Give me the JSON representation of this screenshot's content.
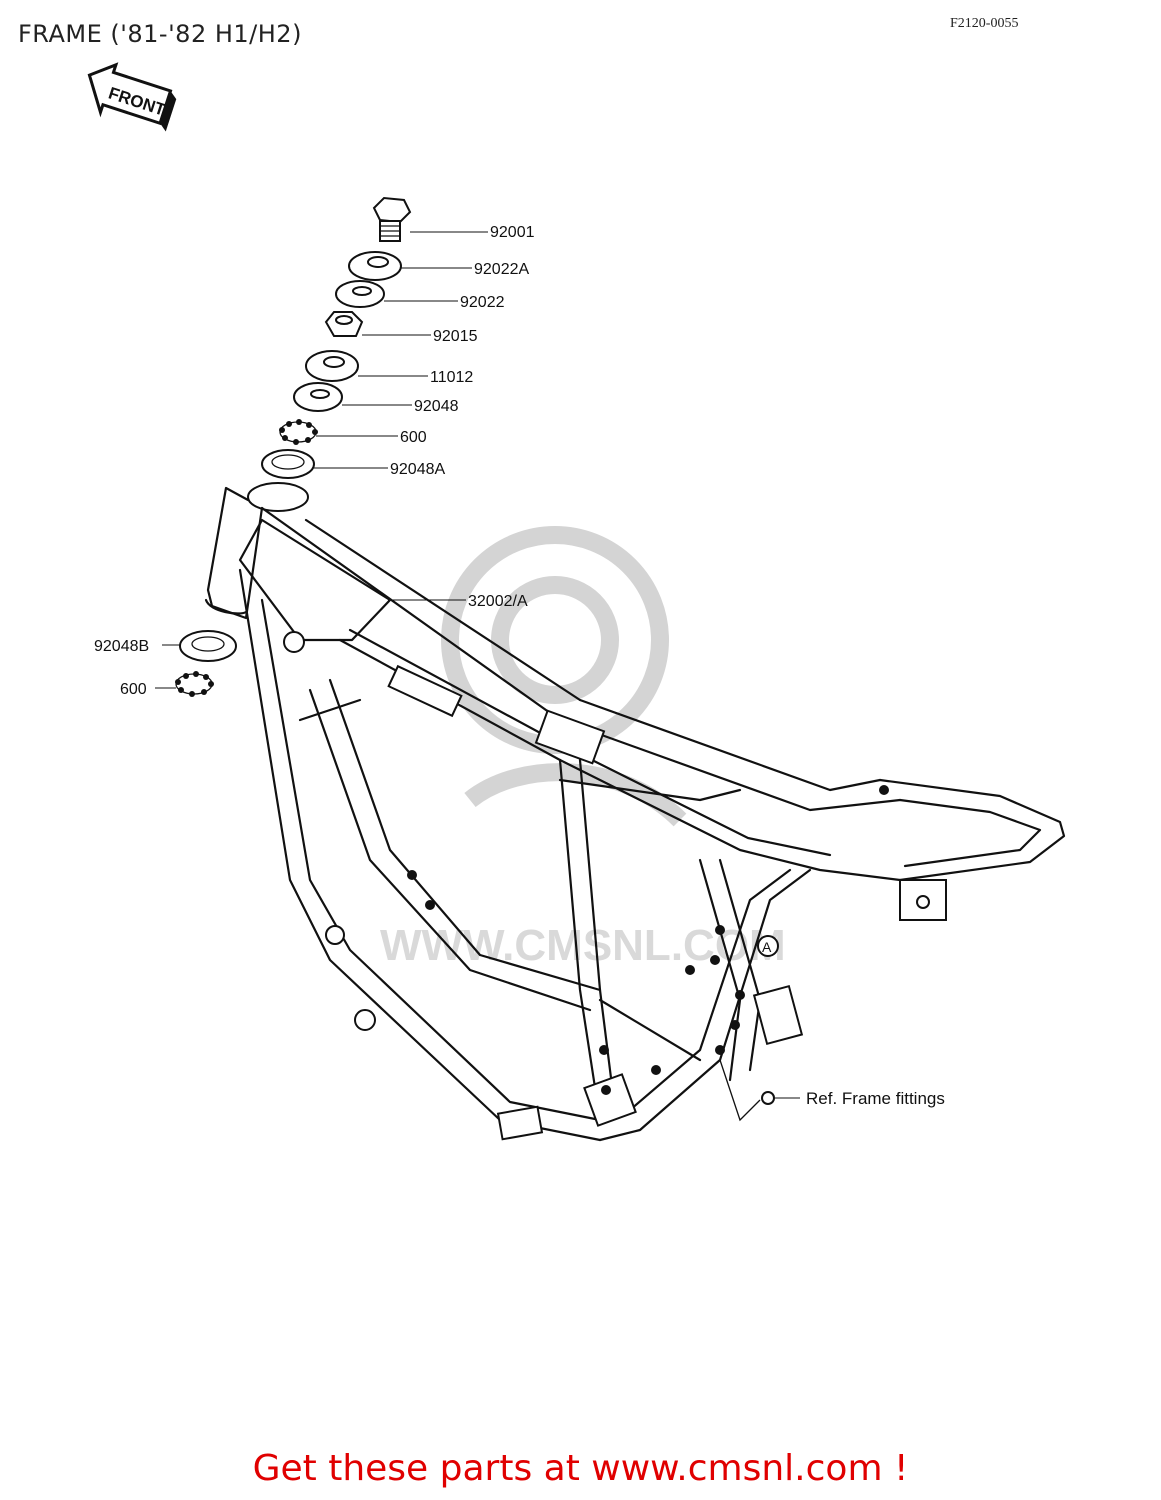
{
  "header": {
    "title": "FRAME ('81-'82 H1/H2)",
    "diagram_code": "F2120-0055"
  },
  "front_badge": "FRONT",
  "parts": [
    {
      "label": "92001"
    },
    {
      "label": "92022A"
    },
    {
      "label": "92022"
    },
    {
      "label": "92015"
    },
    {
      "label": "11012"
    },
    {
      "label": "92048"
    },
    {
      "label": "600"
    },
    {
      "label": "92048A"
    },
    {
      "label": "32002/A"
    },
    {
      "label": "92048B"
    },
    {
      "label": "600"
    }
  ],
  "reference_note": "Ref.  Frame fittings",
  "reference_marker": "A",
  "footer": {
    "link_text": "Get these parts at www.cmsnl.com !"
  },
  "watermark": {
    "text": "WWW.CMSNL.COM",
    "color": "#d4d4d4"
  }
}
